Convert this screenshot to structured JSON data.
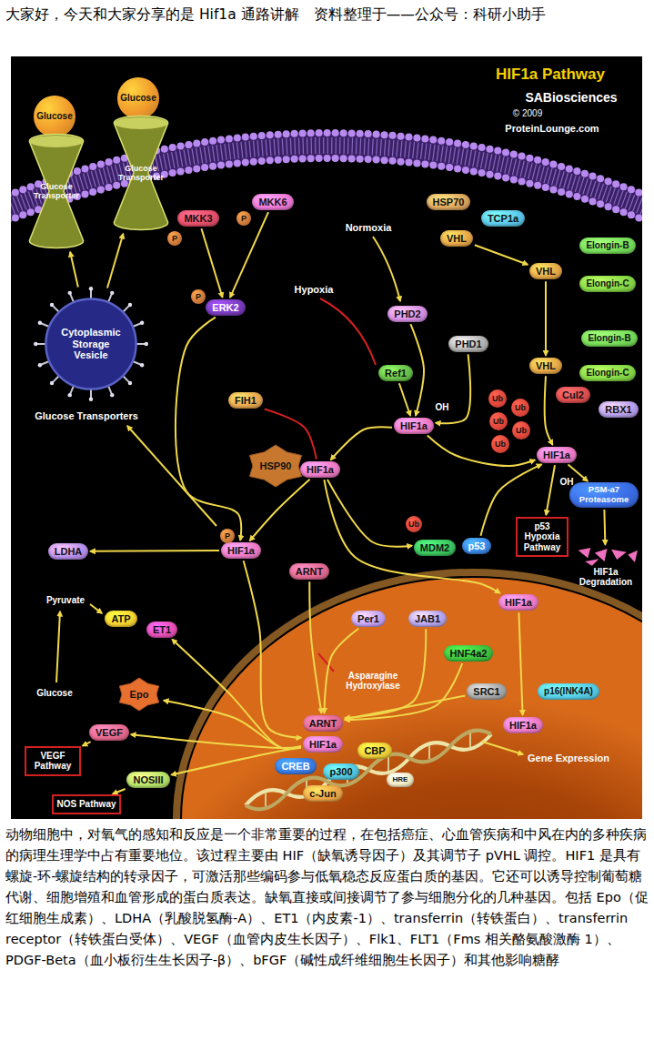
{
  "diagram": {
    "title": "HIF1a Pathway",
    "caption": "动物细胞中，对氧气的感知和反应是一个非常重要的过程，在包括癌症、心血管疾病和中风在内的多种疾病的病理生理学中占有重要地位。该过程主要由 HIF（缺氧诱导因子）及其调节子 pVHL 调控。HIF1 是具有螺旋-环-螺旋结构的转录因子，可激活那些编码参与低氧稳态反应蛋白质的基因。它还可以诱导控制葡萄糖代谢、细胞增殖和血管形成的蛋白质表达。缺氧直接或间接调节了参与细胞分化的几种基因。包括 Epo（促红细胞生成素）、LDHA（乳酸脱氢酶-A）、ET1（内皮素-1）、transferrin（转铁蛋白）、transferrin receptor（转铁蛋白受体）、VEGF（血管内皮生长因子）、Flk1、FLT1（Fms 相关酪氨酸激酶 1）、PDGF-Beta（血小板衍生生长因子-β）、bFGF（碱性成纤维细胞生长因子）和其他影响糖酵",
    "nodes": [
      {
        "text": [
          "Glucose"
        ]
      },
      {
        "text": [
          "Glucose"
        ]
      },
      {
        "text": [
          "Glucose Transporter"
        ]
      },
      {
        "text": [
          "Glucose Transporter"
        ]
      },
      {
        "text": [
          "MKK3"
        ]
      },
      {
        "text": [
          "MKK6"
        ]
      },
      {
        "text": [
          "P"
        ]
      },
      {
        "text": [
          "P"
        ]
      },
      {
        "text": [
          "HSP70"
        ]
      },
      {
        "text": [
          "TCP1a"
        ]
      },
      {
        "text": [
          "VHL"
        ]
      },
      {
        "text": [
          "Elongin-B"
        ]
      },
      {
        "text": [
          "VHL"
        ]
      },
      {
        "text": [
          "Elongin-C"
        ]
      },
      {
        "text": [
          "ERK2"
        ]
      },
      {
        "text": [
          "P"
        ]
      },
      {
        "text": [
          "PHD2"
        ]
      },
      {
        "text": [
          "Cytoplasmic Storage Vesicle"
        ]
      },
      {
        "text": [
          "PHD1"
        ]
      },
      {
        "text": [
          "Elongin-B"
        ]
      },
      {
        "text": [
          "VHL"
        ]
      },
      {
        "text": [
          "Elongin-C"
        ]
      },
      {
        "text": [
          "Ref1"
        ]
      },
      {
        "text": [
          "Cul2"
        ]
      },
      {
        "text": [
          "RBX1"
        ]
      },
      {
        "text": [
          "FIH1"
        ]
      },
      {
        "text": [
          "Ub"
        ]
      },
      {
        "text": [
          "Ub"
        ]
      },
      {
        "text": [
          "Ub"
        ]
      },
      {
        "text": [
          "Ub"
        ]
      },
      {
        "text": [
          "Ub"
        ]
      },
      {
        "text": [
          "HIF1a"
        ]
      },
      {
        "text": [
          "HIF1a"
        ]
      },
      {
        "text": [
          "HSP90"
        ]
      },
      {
        "text": [
          "HIF1a"
        ]
      },
      {
        "text": [
          "PSM-a7 Proteasome"
        ]
      },
      {
        "text": [
          "Ub"
        ]
      },
      {
        "text": [
          "p53 Hypoxia Pathway"
        ]
      },
      {
        "text": [
          "MDM2"
        ]
      },
      {
        "text": [
          "p53"
        ]
      },
      {
        "text": [
          "HIF1a"
        ]
      },
      {
        "text": [
          "P"
        ]
      },
      {
        "text": [
          "LDHA"
        ]
      },
      {
        "text": [
          "HIF1a Degradation"
        ]
      },
      {
        "text": [
          "ARNT"
        ]
      },
      {
        "text": [
          "Per1"
        ]
      },
      {
        "text": [
          "JAB1"
        ]
      },
      {
        "text": [
          "HIF1a"
        ]
      },
      {
        "text": [
          "ATP"
        ]
      },
      {
        "text": [
          "ET1"
        ]
      },
      {
        "text": [
          "HNF4a2"
        ]
      },
      {
        "text": [
          "SRC1"
        ]
      },
      {
        "text": [
          "p16(INK4A)"
        ]
      },
      {
        "text": [
          "Epo"
        ]
      },
      {
        "text": [
          "ARNT"
        ]
      },
      {
        "text": [
          "HIF1a"
        ]
      },
      {
        "text": [
          "VEGF"
        ]
      },
      {
        "text": [
          "HIF1a"
        ]
      },
      {
        "text": [
          "CBP"
        ]
      },
      {
        "text": [
          "VEGF Pathway"
        ]
      },
      {
        "text": [
          "CREB"
        ]
      },
      {
        "text": [
          "p300"
        ]
      },
      {
        "text": [
          "HRE"
        ]
      },
      {
        "text": [
          "NOSIII"
        ]
      },
      {
        "text": [
          "c-Jun"
        ]
      },
      {
        "text": [
          "NOS Pathway"
        ]
      }
    ],
    "edges": [
      {
        "from": 17,
        "to": 2,
        "arrow": "to"
      },
      {
        "from": 17,
        "to": 3,
        "arrow": "to"
      },
      {
        "from": 4,
        "to": 14,
        "arrow": "to"
      },
      {
        "from": 5,
        "to": 14,
        "arrow": "to"
      },
      {
        "from": 14,
        "to": 40,
        "arrow": "to"
      },
      {
        "from": 16,
        "to": 31,
        "arrow": "to"
      },
      {
        "from": 22,
        "to": 31,
        "arrow": "to"
      },
      {
        "from": 18,
        "to": 31,
        "arrow": "to"
      },
      {
        "from": 10,
        "to": 12,
        "arrow": "to"
      },
      {
        "from": 12,
        "to": 20,
        "arrow": "to"
      },
      {
        "from": 20,
        "to": 32,
        "arrow": "to"
      },
      {
        "from": 31,
        "to": 32,
        "arrow": "to"
      },
      {
        "from": 31,
        "to": 34,
        "arrow": "to"
      },
      {
        "from": 25,
        "to": 34,
        "arrow": "none"
      },
      {
        "from": 32,
        "to": 37,
        "arrow": "to"
      },
      {
        "from": 32,
        "to": 35,
        "arrow": "to"
      },
      {
        "from": 35,
        "to": 43,
        "arrow": "to"
      },
      {
        "from": 34,
        "to": 40,
        "arrow": "to"
      },
      {
        "from": 34,
        "to": 38,
        "arrow": "to"
      },
      {
        "from": 34,
        "to": 47,
        "arrow": "to"
      },
      {
        "from": 39,
        "to": 32,
        "arrow": "to"
      },
      {
        "from": 40,
        "to": 42,
        "arrow": "to"
      },
      {
        "from": 40,
        "to": 57,
        "arrow": "to"
      },
      {
        "from": 44,
        "to": 54,
        "arrow": "to"
      },
      {
        "from": 45,
        "to": 54,
        "arrow": "to"
      },
      {
        "from": 46,
        "to": 54,
        "arrow": "to"
      },
      {
        "from": 50,
        "to": 54,
        "arrow": "to"
      },
      {
        "from": 51,
        "to": 54,
        "arrow": "to"
      },
      {
        "from": 57,
        "to": 49,
        "arrow": "to"
      },
      {
        "from": 57,
        "to": 53,
        "arrow": "to"
      },
      {
        "from": 57,
        "to": 56,
        "arrow": "to"
      },
      {
        "from": 57,
        "to": 63,
        "arrow": "to"
      },
      {
        "from": 56,
        "to": 59,
        "arrow": "to"
      },
      {
        "from": 63,
        "to": 65,
        "arrow": "to"
      },
      {
        "from": 47,
        "to": 55,
        "arrow": "to"
      }
    ],
    "labels": [
      "大家好，今天和大家分享的是 Hif1a 通路讲解　资料整理于——公众号：科研小助手",
      "SABiosciences",
      "© 2009",
      "ProteinLounge.com",
      "Normoxia",
      "Hypoxia",
      "OH",
      "OH",
      "Glucose Transporters",
      "Pyruvate",
      "Glucose",
      "Asparagine Hydroxylase",
      "Gene Expression"
    ]
  }
}
